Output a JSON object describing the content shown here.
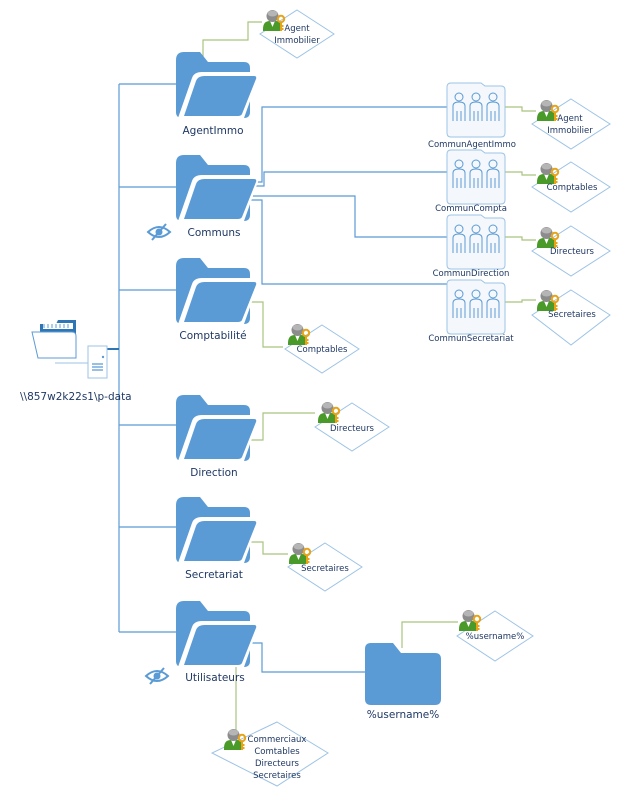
{
  "diagram": {
    "root": {
      "label": "\\\\857w2k22s1\\p-data",
      "icon": "network-share-icon"
    },
    "folders": [
      {
        "id": "agentimmo",
        "label": "AgentImmo",
        "hidden": false,
        "permission": [
          "Agent",
          "Immobilier"
        ]
      },
      {
        "id": "communs",
        "label": "Communs",
        "hidden": true,
        "permission": null
      },
      {
        "id": "comptabilite",
        "label": "Comptabilité",
        "hidden": false,
        "permission": [
          "Comptables"
        ]
      },
      {
        "id": "direction",
        "label": "Direction",
        "hidden": false,
        "permission": [
          "Directeurs"
        ]
      },
      {
        "id": "secretariat",
        "label": "Secretariat",
        "hidden": false,
        "permission": [
          "Secretaires"
        ]
      },
      {
        "id": "utilisateurs",
        "label": "Utilisateurs",
        "hidden": true,
        "permission": [
          "Commerciaux",
          "Comtables",
          "Directeurs",
          "Secretaires"
        ]
      }
    ],
    "group_folders": [
      {
        "id": "communagentimmo",
        "label": "CommunAgentImmo",
        "permission": [
          "Agent",
          "Immobilier"
        ]
      },
      {
        "id": "communcompta",
        "label": "CommunCompta",
        "permission": [
          "Comptables"
        ]
      },
      {
        "id": "commundirection",
        "label": "CommunDirection",
        "permission": [
          "Directeurs"
        ]
      },
      {
        "id": "communsecretariat",
        "label": "CommunSecretariat",
        "permission": [
          "Secretaires"
        ]
      }
    ],
    "user_folder": {
      "label": "%username%",
      "permission": [
        "%username%"
      ]
    },
    "colors": {
      "folder": "#5b9bd5",
      "tree_line": "#5b9bd5",
      "root_line": "#2e75b6",
      "perm_line": "#a9c47f",
      "diamond": "#9dc3e6",
      "label": "#1f3864"
    }
  }
}
